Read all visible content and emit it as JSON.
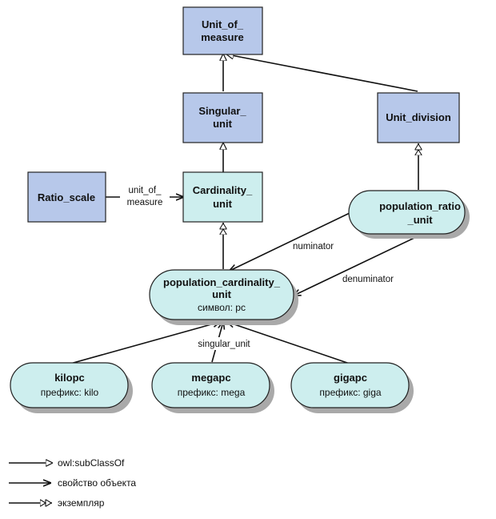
{
  "nodes": {
    "unit_of_measure": {
      "line1": "Unit_of_",
      "line2": "measure"
    },
    "singular_unit": {
      "line1": "Singular_",
      "line2": "unit"
    },
    "unit_division": {
      "label": "Unit_division"
    },
    "ratio_scale": {
      "label": "Ratio_scale"
    },
    "cardinality_unit": {
      "line1": "Cardinality_",
      "line2": "unit"
    },
    "population_ratio_unit": {
      "line1": "population_ratio",
      "line2": "_unit"
    },
    "population_cardinality_unit": {
      "line1": "population_cardinality_",
      "line2": "unit",
      "attr": "символ: pc"
    },
    "kilopc": {
      "label": "kilopc",
      "attr": "префикс: kilo"
    },
    "megapc": {
      "label": "megapc",
      "attr": "префикс: mega"
    },
    "gigapc": {
      "label": "gigapc",
      "attr": "префикс: giga"
    }
  },
  "edge_labels": {
    "unit_of_measure_line1": "unit_of_",
    "unit_of_measure_line2": "measure",
    "numinator": "numinator",
    "denuminator": "denuminator",
    "singular_unit": "singular_unit"
  },
  "legend": {
    "subclass": "owl:subClassOf",
    "object_property": "свойство объекта",
    "instance": "экземпляр"
  },
  "colors": {
    "class_fill": "#b7c8ea",
    "instance_fill": "#cdeeee",
    "shadow": "#a9a9a9"
  }
}
